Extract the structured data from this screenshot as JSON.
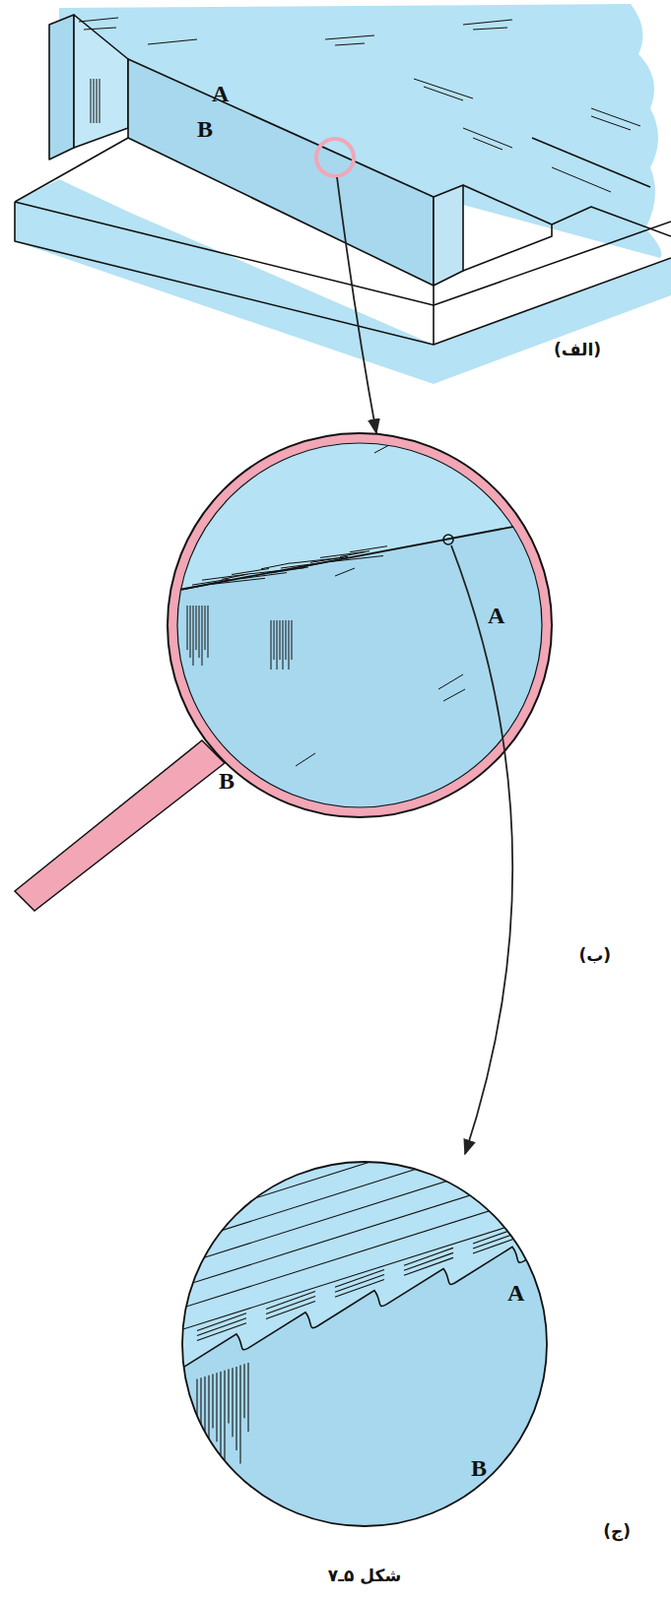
{
  "diagram": {
    "caption": "شکل ۵ـ۷",
    "labels": [
      "A",
      "B",
      "(الف)",
      "A",
      "B",
      "(ب)",
      "A",
      "B",
      "(ج)"
    ]
  }
}
